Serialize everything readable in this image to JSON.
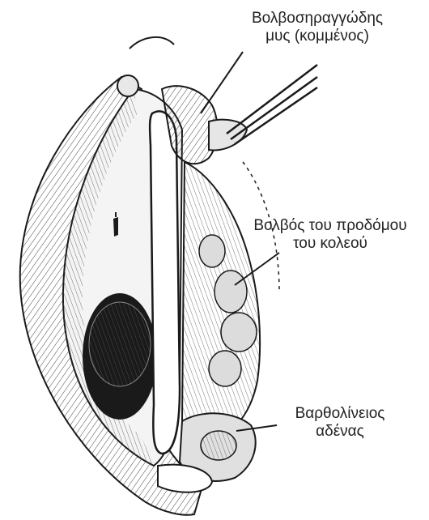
{
  "labels": {
    "bulbospongiosus": {
      "line1": "Βολβοσηραγγώδης",
      "line2": "μυς (κομμένος)"
    },
    "vestibular_bulb": {
      "line1": "Βολβός του προδόμου",
      "line2": "του κολεού"
    },
    "bartholin_gland": {
      "line1": "Βαρθολίνειος",
      "line2": "αδένας"
    }
  },
  "colors": {
    "ink": "#1a1a1a",
    "paper": "#ffffff",
    "shade": "#3a3a3a"
  }
}
